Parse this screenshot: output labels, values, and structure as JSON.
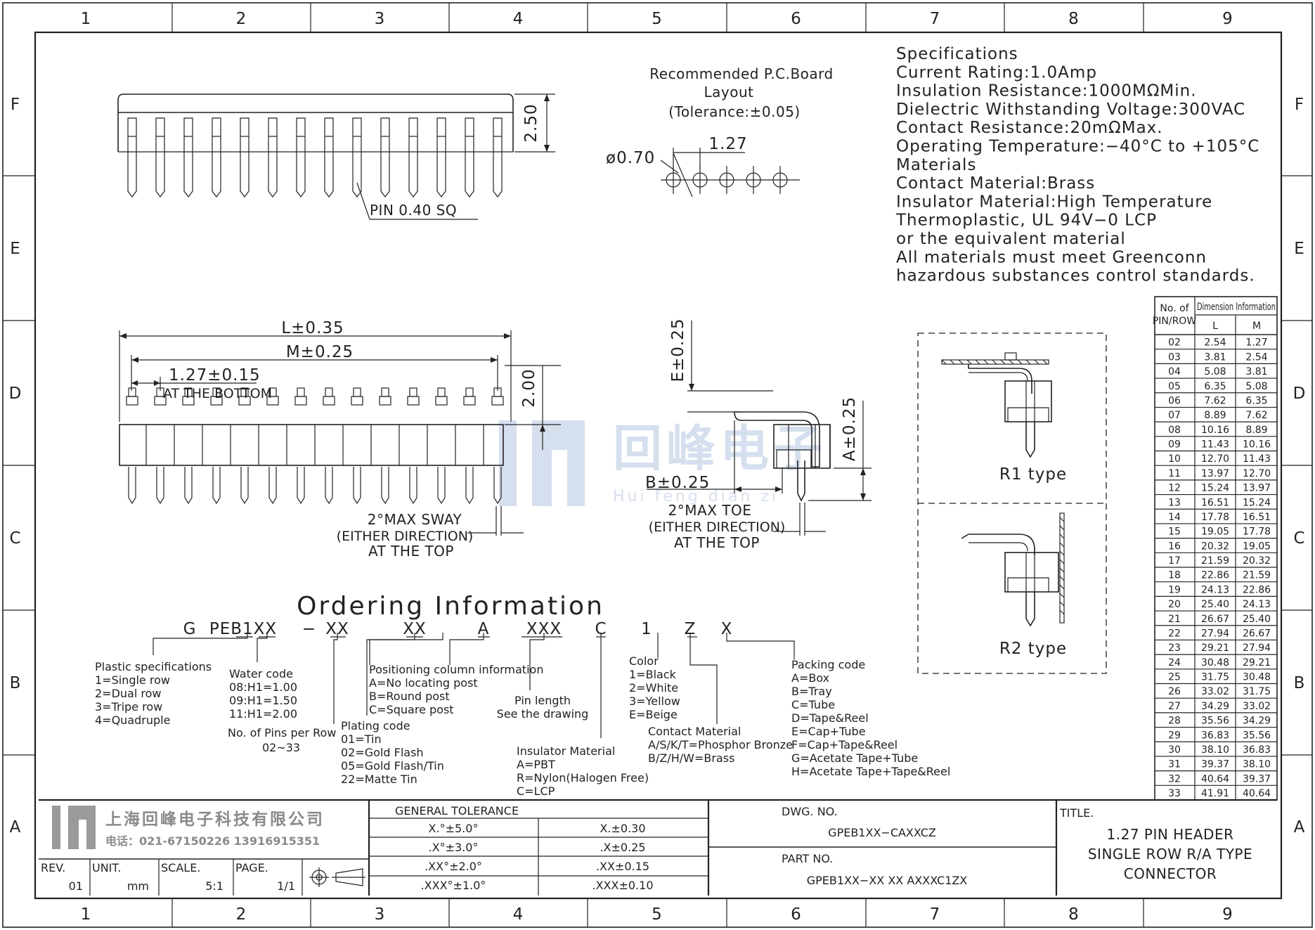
{
  "border": {
    "columns": [
      "1",
      "2",
      "3",
      "4",
      "5",
      "6",
      "7",
      "8",
      "9"
    ],
    "rows": [
      "F",
      "E",
      "D",
      "C",
      "B",
      "A"
    ]
  },
  "pcb_layout": {
    "title_line1": "Recommended P.C.Board",
    "title_line2": "Layout",
    "title_line3": "(Tolerance:±0.05)",
    "hole_dia": "ø0.70",
    "pitch": "1.27"
  },
  "specs": {
    "lines": [
      "Specifications",
      "Current Rating:1.0Amp",
      "Insulation Resistance:1000MΩMin.",
      "Dielectric Withstanding Voltage:300VAC",
      "Contact Resistance:20mΩMax.",
      "Operating Temperature:−40°C to +105°C",
      "Materials",
      "Contact Material:Brass",
      "Insulator Material:High Temperature",
      "Thermoplastic, UL 94V−0 LCP",
      "or the equivalent material",
      "All materials must meet Greenconn",
      "hazardous substances control standards."
    ]
  },
  "top_view": {
    "height_dim": "2.50",
    "pin_label": "PIN 0.40 SQ"
  },
  "front_view": {
    "l_dim": "L±0.35",
    "m_dim": "M±0.25",
    "pitch_dim": "1.27±0.15",
    "pitch_note": "AT THE BOTTOM",
    "height_dim": "2.00",
    "sway_line1": "2°MAX SWAY",
    "sway_line2": "(EITHER DIRECTION)",
    "sway_line3": "AT THE TOP"
  },
  "side_view": {
    "e_dim": "E±0.25",
    "a_dim": "A±0.25",
    "b_dim": "B±0.25",
    "toe_line1": "2°MAX TOE",
    "toe_line2": "(EITHER DIRECTION)",
    "toe_line3": "AT THE TOP"
  },
  "watermark": {
    "cn": "回峰电子",
    "en": "Hui feng dian zi"
  },
  "types": {
    "r1": "R1 type",
    "r2": "R2 type"
  },
  "dimension_table": {
    "header_col1_line1": "No. of",
    "header_col1_line2": "PIN/ROW",
    "header_group": "Dimension Information",
    "header_l": "L",
    "header_m": "M",
    "rows": [
      [
        "02",
        "2.54",
        "1.27"
      ],
      [
        "03",
        "3.81",
        "2.54"
      ],
      [
        "04",
        "5.08",
        "3.81"
      ],
      [
        "05",
        "6.35",
        "5.08"
      ],
      [
        "06",
        "7.62",
        "6.35"
      ],
      [
        "07",
        "8.89",
        "7.62"
      ],
      [
        "08",
        "10.16",
        "8.89"
      ],
      [
        "09",
        "11.43",
        "10.16"
      ],
      [
        "10",
        "12.70",
        "11.43"
      ],
      [
        "11",
        "13.97",
        "12.70"
      ],
      [
        "12",
        "15.24",
        "13.97"
      ],
      [
        "13",
        "16.51",
        "15.24"
      ],
      [
        "14",
        "17.78",
        "16.51"
      ],
      [
        "15",
        "19.05",
        "17.78"
      ],
      [
        "16",
        "20.32",
        "19.05"
      ],
      [
        "17",
        "21.59",
        "20.32"
      ],
      [
        "18",
        "22.86",
        "21.59"
      ],
      [
        "19",
        "24.13",
        "22.86"
      ],
      [
        "20",
        "25.40",
        "24.13"
      ],
      [
        "21",
        "26.67",
        "25.40"
      ],
      [
        "22",
        "27.94",
        "26.67"
      ],
      [
        "23",
        "29.21",
        "27.94"
      ],
      [
        "24",
        "30.48",
        "29.21"
      ],
      [
        "25",
        "31.75",
        "30.48"
      ],
      [
        "26",
        "33.02",
        "31.75"
      ],
      [
        "27",
        "34.29",
        "33.02"
      ],
      [
        "28",
        "35.56",
        "34.29"
      ],
      [
        "29",
        "36.83",
        "35.56"
      ],
      [
        "30",
        "38.10",
        "36.83"
      ],
      [
        "31",
        "39.37",
        "38.10"
      ],
      [
        "32",
        "40.64",
        "39.37"
      ],
      [
        "33",
        "41.91",
        "40.64"
      ]
    ]
  },
  "ordering": {
    "title": "Ordering Information",
    "code_parts": [
      "G",
      "PEB1XX",
      "−",
      "XX",
      "XX",
      "A",
      "XXX",
      "C",
      "1",
      "Z",
      "X"
    ],
    "plastic": [
      "Plastic specifications",
      "1=Single row",
      "2=Dual row",
      "3=Tripe row",
      "4=Quadruple"
    ],
    "water": [
      "Water code",
      "08:H1=1.00",
      "09:H1=1.50",
      "11:H1=2.00"
    ],
    "pins": [
      "No. of Pins per Row",
      "02~33"
    ],
    "positioning": [
      "Positioning column information",
      "A=No locating post",
      "B=Round post",
      "C=Square post"
    ],
    "plating": [
      "Plating code",
      "01=Tin",
      "02=Gold Flash",
      "05=Gold Flash/Tin",
      "22=Matte Tin"
    ],
    "pin_length": [
      "Pin length",
      "See the drawing"
    ],
    "insulator": [
      "Insulator Material",
      "A=PBT",
      "R=Nylon(Halogen Free)",
      "C=LCP"
    ],
    "color": [
      "Color",
      "1=Black",
      "2=White",
      "3=Yellow",
      "E=Beige"
    ],
    "contact": [
      "Contact Material",
      "A/S/K/T=Phosphor Bronze",
      "B/Z/H/W=Brass"
    ],
    "packing": [
      "Packing code",
      "A=Box",
      "B=Tray",
      "C=Tube",
      "D=Tape&Reel",
      "E=Cap+Tube",
      "F=Cap+Tape&Reel",
      "G=Acetate Tape+Tube",
      "H=Acetate Tape+Tape&Reel"
    ]
  },
  "title_block": {
    "company_cn": "上海回峰电子科技有限公司",
    "phone": "电话：021-67150226  13916915351",
    "rev_label": "REV.",
    "rev": "01",
    "unit_label": "UNIT.",
    "unit": "mm",
    "scale_label": "SCALE.",
    "scale": "5:1",
    "page_label": "PAGE.",
    "page": "1/1",
    "tolerance_header": "GENERAL TOLERANCE",
    "tolerance_rows": [
      [
        "X.°±5.0°",
        "X.±0.30"
      ],
      [
        ".X°±3.0°",
        ".X±0.25"
      ],
      [
        ".XX°±2.0°",
        ".XX±0.15"
      ],
      [
        ".XXX°±1.0°",
        ".XXX±0.10"
      ]
    ],
    "dwg_label": "DWG. NO.",
    "dwg_no": "GPEB1XX−CAXXCZ",
    "part_label": "PART NO.",
    "part_no": "GPEB1XX−XX XX AXXXC1ZX",
    "title_label": "TITLE.",
    "title_line1": "1.27 PIN HEADER",
    "title_line2": "SINGLE ROW R/A TYPE",
    "title_line3": "CONNECTOR"
  }
}
